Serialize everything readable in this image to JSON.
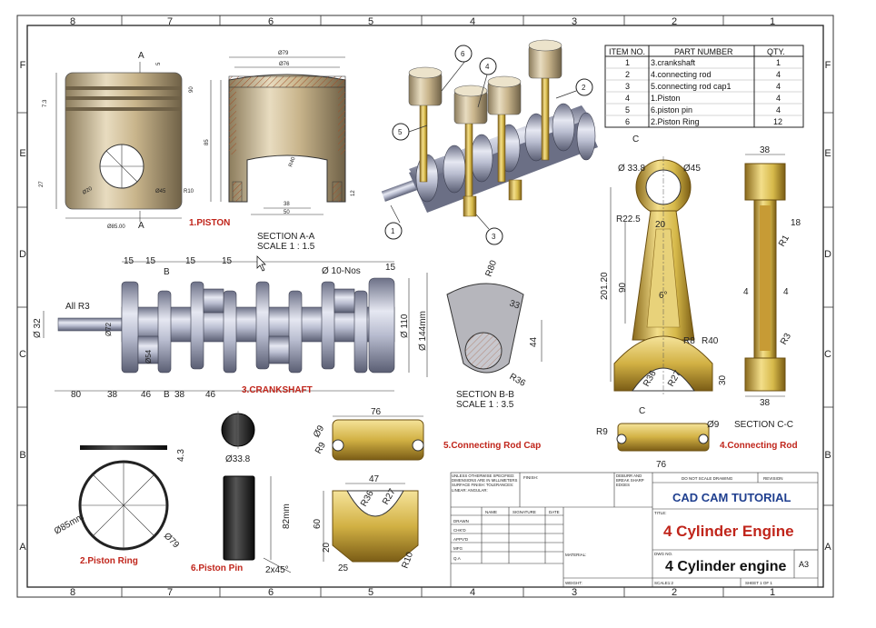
{
  "colors": {
    "metal": "#c9b58c",
    "brass": "#d6b94a",
    "steel": "#b9bdd0",
    "dark": "#2b2b2b",
    "label_red": "#c0251b",
    "title_blue": "#1f3f8f"
  },
  "grid": {
    "cols_top": [
      "8",
      "7",
      "6",
      "5",
      "4",
      "3",
      "2",
      "1"
    ],
    "cols_bottom": [
      "8",
      "7",
      "6",
      "5",
      "4",
      "3",
      "2",
      "1"
    ],
    "rows_left": [
      "F",
      "E",
      "D",
      "C",
      "B",
      "A"
    ],
    "rows_right": [
      "F",
      "E",
      "D",
      "C",
      "B",
      "A"
    ]
  },
  "bom": {
    "headers": [
      "ITEM NO.",
      "PART NUMBER",
      "QTY."
    ],
    "rows": [
      {
        "item": "1",
        "part": "3.crankshaft",
        "qty": "1"
      },
      {
        "item": "2",
        "part": "4.connecting rod",
        "qty": "4"
      },
      {
        "item": "3",
        "part": "5.connecting rod cap1",
        "qty": "4"
      },
      {
        "item": "4",
        "part": "1.Piston",
        "qty": "4"
      },
      {
        "item": "5",
        "part": "6.piston pin",
        "qty": "4"
      },
      {
        "item": "6",
        "part": "2.Piston Ring",
        "qty": "12"
      }
    ]
  },
  "piston": {
    "label": "1.PISTON",
    "section_label": "A",
    "section_title": "SECTION A-A",
    "section_scale": "SCALE 1 : 1.5",
    "dims": {
      "d85": "Ø85.00",
      "h90": "90",
      "h85": "85",
      "h27": "27",
      "r10": "R10",
      "d45": "Ø45",
      "d79": "Ø79",
      "d76": "Ø76",
      "w38": "38",
      "w50": "50",
      "r40": "R40",
      "d12": "12",
      "h5": "5",
      "h73": "7.3",
      "d20": "Ø20"
    }
  },
  "crankshaft": {
    "label": "3.CRANKSHAFT",
    "dims": {
      "all_r3": "All R3",
      "d32": "Ø 32",
      "d72": "Ø72",
      "d54": "Ø54",
      "d110": "Ø 110",
      "d144": "Ø 144mm",
      "holes": "Ø 10-Nos",
      "w15": "15",
      "w80": "80",
      "w38": "38",
      "w46": "46",
      "b": "B"
    }
  },
  "section_bb": {
    "title": "SECTION B-B",
    "scale": "SCALE 1 : 3.5",
    "r80": "R80",
    "d33": "33",
    "d44": "44",
    "r36": "R36"
  },
  "rod": {
    "label": "4.Connecting Rod",
    "c_label": "C",
    "section_title": "SECTION C-C",
    "dims": {
      "d338": "Ø 33.8",
      "d45": "Ø45",
      "r225": "R22.5",
      "h20": "20",
      "h90": "90",
      "ang": "6°",
      "h20120": "201.20",
      "r8": "R8",
      "r40": "R40",
      "r36": "R36",
      "r27": "R27",
      "h30": "30",
      "w38": "38",
      "w18": "18",
      "r1": "R1",
      "w4": "4",
      "r3": "R3"
    }
  },
  "rod_cap": {
    "label": "5.Connecting Rod Cap",
    "dims": {
      "w76": "76",
      "r9": "R9",
      "d9": "Ø9",
      "w47": "47",
      "h60": "60",
      "h20": "20",
      "w25": "25",
      "r10": "R10",
      "r36": "R36",
      "r27": "R27"
    }
  },
  "rod_bottom": {
    "c_label": "C",
    "r9": "R9",
    "d9": "Ø9",
    "w76": "76"
  },
  "ring": {
    "label": "2.Piston Ring",
    "d85": "Ø85mm",
    "d79": "Ø79",
    "w43": "4.3"
  },
  "pin": {
    "label": "6.Piston Pin",
    "d338": "Ø33.8",
    "h82": "82mm",
    "chamfer": "2x45°"
  },
  "balloons": [
    "1",
    "2",
    "3",
    "4",
    "5",
    "6"
  ],
  "title_block": {
    "general_note": "UNLESS OTHERWISE SPECIFIED: DIMENSIONS ARE IN MILLIMETERS SURFACE FINISH: TOLERANCES: LINEAR: ANGULAR:",
    "finish": "FINISH:",
    "deburr": "DEBURR AND BREAK SHARP EDGES",
    "no_scale": "DO NOT SCALE DRAWING",
    "revision": "REVISION",
    "company": "CAD CAM TUTORIAL",
    "title_lbl": "TITLE:",
    "title": "4 Cylinder Engine",
    "dwg_lbl": "DWG NO.",
    "dwg": "4 Cylinder engine",
    "size": "A3",
    "material": "MATERIAL:",
    "weight": "WEIGHT:",
    "scale": "SCALE1:2",
    "sheet": "SHEET 1 OF 1",
    "cols": [
      "NAME",
      "SIGNATURE",
      "DATE"
    ],
    "rows": [
      "DRAWN",
      "CHK'D",
      "APPV'D",
      "MFG",
      "Q.A"
    ]
  }
}
